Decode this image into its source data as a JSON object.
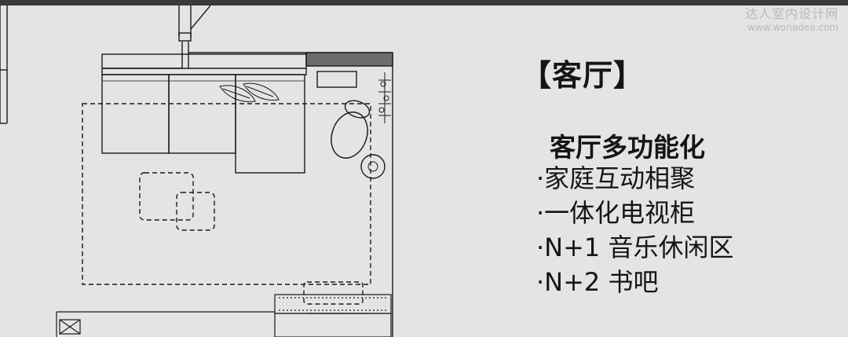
{
  "watermark": {
    "site_name": "达人室内设计网",
    "site_url": "www.wonadea.com"
  },
  "room": {
    "title": "【客厅】",
    "subtitle": "客厅多功能化",
    "bullet": "·",
    "features": [
      "家庭互动相聚",
      "一体化电视柜",
      "N+1 音乐休闲区",
      "N+2 书吧"
    ]
  },
  "colors": {
    "background": "#e4e4e4",
    "frame": "#3a3a3a",
    "line": "#1a1a1a",
    "watermark": "#b9b9b9"
  }
}
